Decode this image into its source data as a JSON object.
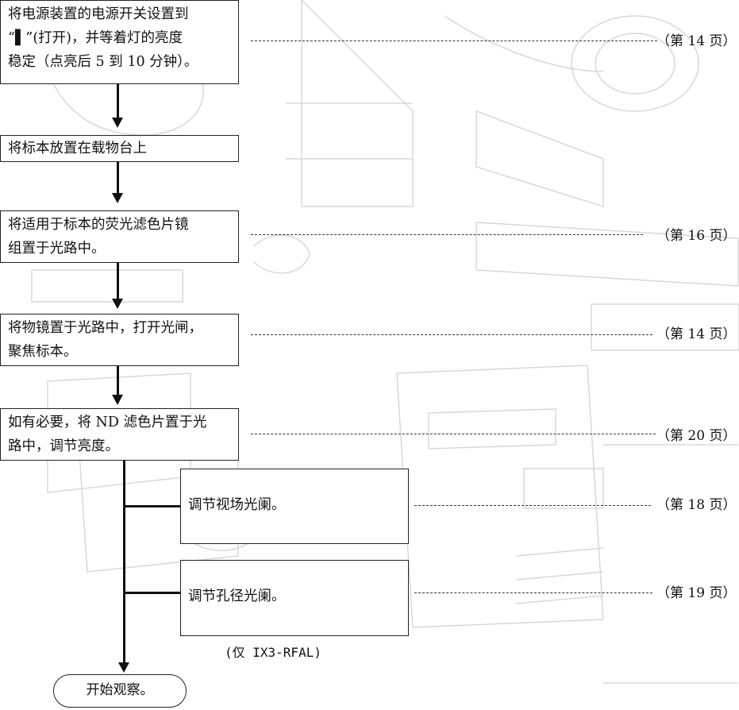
{
  "steps": [
    {
      "text": "将电源装置的电源开关设置到\n“▌”(打开)，并等着灯的亮度\n稳定（点亮后 5 到 10 分钟）。",
      "page_ref": "（第 14 页）"
    },
    {
      "text": "将标本放置在载物台上",
      "page_ref": ""
    },
    {
      "text": "将适用于标本的荧光滤色片镜\n组置于光路中。",
      "page_ref": "（第 16 页）"
    },
    {
      "text": "将物镜置于光路中，打开光闸，\n聚焦标本。",
      "page_ref": "（第 14 页）"
    },
    {
      "text": "如有必要，将 ND 滤色片置于光\n路中，调节亮度。",
      "page_ref": "（第 20 页）"
    }
  ],
  "sub_steps": [
    {
      "text": "调节视场光阑。",
      "page_ref": "（第 18 页）"
    },
    {
      "text": "调节孔径光阑。",
      "page_ref": "（第 19 页）"
    }
  ],
  "sub_note": "(仅 IX3-RFAL)",
  "end": {
    "text": "开始观察。"
  }
}
